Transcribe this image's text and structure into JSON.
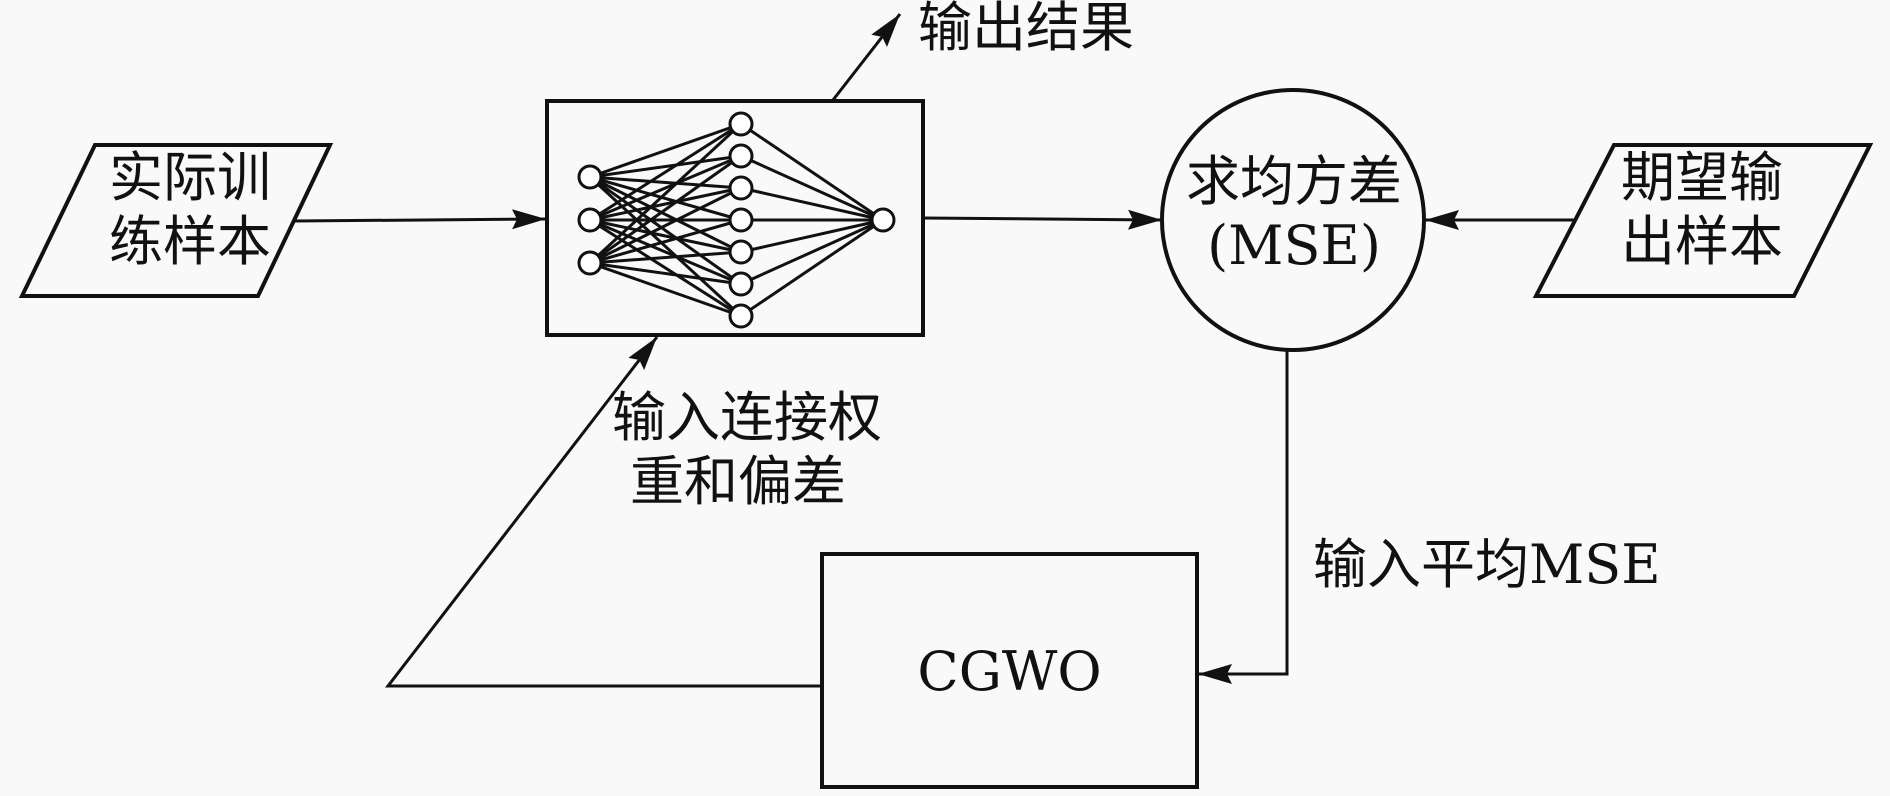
{
  "diagram": {
    "title": "CGWO-optimized neural network training flow",
    "nodes": {
      "training_samples": {
        "lines": [
          "实际训",
          "练样本"
        ],
        "shape": "parallelogram"
      },
      "neural_network": {
        "shape": "box",
        "layers": [
          3,
          7,
          1
        ]
      },
      "mse": {
        "lines": [
          "求均方差",
          "(MSE)"
        ],
        "shape": "circle"
      },
      "expected_output": {
        "lines": [
          "期望输",
          "出样本"
        ],
        "shape": "parallelogram"
      },
      "cgwo": {
        "label": "CGWO",
        "shape": "box"
      }
    },
    "edge_labels": {
      "output_result": "输出结果",
      "weights_biases": [
        "输入连接权",
        "重和偏差"
      ],
      "avg_mse": "输入平均MSE"
    },
    "edges": [
      {
        "from": "training_samples",
        "to": "neural_network"
      },
      {
        "from": "neural_network",
        "to": "output_result"
      },
      {
        "from": "neural_network",
        "to": "mse"
      },
      {
        "from": "expected_output",
        "to": "mse"
      },
      {
        "from": "mse",
        "to": "cgwo",
        "label": "输入平均MSE"
      },
      {
        "from": "cgwo",
        "to": "neural_network",
        "label": "输入连接权重和偏差"
      }
    ]
  }
}
